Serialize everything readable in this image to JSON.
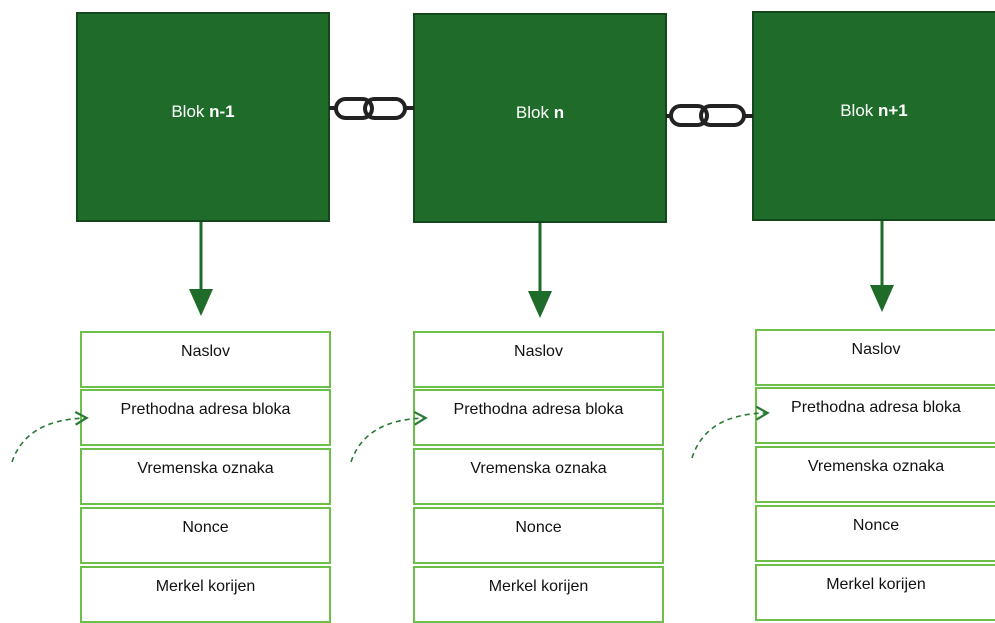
{
  "blocks": [
    {
      "prefix": "Blok ",
      "suffix": "n-1"
    },
    {
      "prefix": "Blok ",
      "suffix": "n"
    },
    {
      "prefix": "Blok ",
      "suffix": "n+1"
    }
  ],
  "fields": [
    "Naslov",
    "Prethodna adresa bloka",
    "Vremenska oznaka",
    "Nonce",
    "Merkel korijen"
  ],
  "colors": {
    "block_fill": "#1e6b2a",
    "field_border": "#6cc04a",
    "arrow": "#1e6b2a",
    "chain": "#222222"
  }
}
